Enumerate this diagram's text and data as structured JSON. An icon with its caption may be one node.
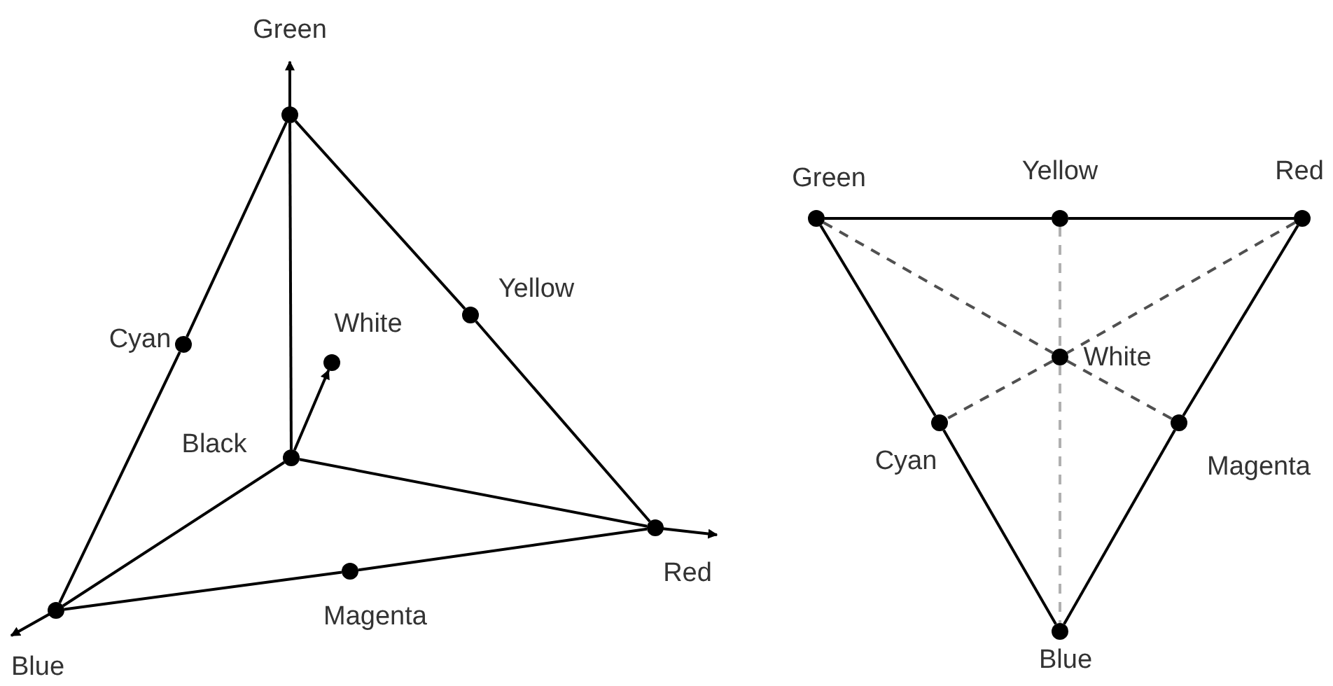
{
  "diagram": {
    "nodes": [
      {
        "text": [],
        "shape": "circle",
        "beside": [
          "Green"
        ]
      },
      {
        "text": [],
        "shape": "circle",
        "beside": [
          "Cyan"
        ]
      },
      {
        "text": [],
        "shape": "circle",
        "beside": [
          "Yellow"
        ]
      },
      {
        "text": [],
        "shape": "circle",
        "beside": [
          "White"
        ]
      },
      {
        "text": [],
        "shape": "circle",
        "beside": [
          "Black"
        ]
      },
      {
        "text": [],
        "shape": "circle",
        "beside": [
          "Red"
        ]
      },
      {
        "text": [],
        "shape": "circle",
        "beside": [
          "Blue"
        ]
      },
      {
        "text": [],
        "shape": "circle",
        "beside": [
          "Magenta"
        ]
      },
      {
        "text": [],
        "shape": "circle",
        "beside": [
          "Green"
        ]
      },
      {
        "text": [],
        "shape": "circle",
        "beside": [
          "Yellow"
        ]
      },
      {
        "text": [],
        "shape": "circle",
        "beside": [
          "Red"
        ]
      },
      {
        "text": [],
        "shape": "circle",
        "beside": [
          "White"
        ]
      },
      {
        "text": [],
        "shape": "circle",
        "beside": [
          "Cyan"
        ]
      },
      {
        "text": [],
        "shape": "circle",
        "beside": [
          "Magenta"
        ]
      },
      {
        "text": [],
        "shape": "circle",
        "beside": [
          "Blue"
        ]
      }
    ],
    "edges": [
      {
        "from": 0,
        "to": 1,
        "arrow": "none"
      },
      {
        "from": 1,
        "to": 6,
        "arrow": "none"
      },
      {
        "from": 0,
        "to": 2,
        "arrow": "none"
      },
      {
        "from": 2,
        "to": 5,
        "arrow": "none"
      },
      {
        "from": 0,
        "to": 4,
        "arrow": "none"
      },
      {
        "from": 4,
        "to": 3,
        "arrow": "to"
      },
      {
        "from": 4,
        "to": 5,
        "arrow": "none"
      },
      {
        "from": 4,
        "to": 6,
        "arrow": "none"
      },
      {
        "from": 6,
        "to": 7,
        "arrow": "none"
      },
      {
        "from": 7,
        "to": 5,
        "arrow": "none"
      },
      {
        "from": 8,
        "to": 9,
        "arrow": "none"
      },
      {
        "from": 9,
        "to": 10,
        "arrow": "none"
      },
      {
        "from": 8,
        "to": 12,
        "arrow": "none"
      },
      {
        "from": 12,
        "to": 14,
        "arrow": "none"
      },
      {
        "from": 10,
        "to": 13,
        "arrow": "none"
      },
      {
        "from": 13,
        "to": 14,
        "arrow": "none"
      },
      {
        "from": 8,
        "to": 11,
        "arrow": "none",
        "style": "dashed",
        "color": "#505050"
      },
      {
        "from": 11,
        "to": 13,
        "arrow": "none",
        "style": "dashed",
        "color": "#505050"
      },
      {
        "from": 10,
        "to": 11,
        "arrow": "none",
        "style": "dashed",
        "color": "#505050"
      },
      {
        "from": 11,
        "to": 12,
        "arrow": "none",
        "style": "dashed",
        "color": "#505050"
      },
      {
        "from": 9,
        "to": 11,
        "arrow": "none",
        "style": "dashed",
        "color": "#b0b0b0"
      },
      {
        "from": 11,
        "to": 14,
        "arrow": "none",
        "style": "dashed",
        "color": "#b0b0b0"
      }
    ]
  }
}
